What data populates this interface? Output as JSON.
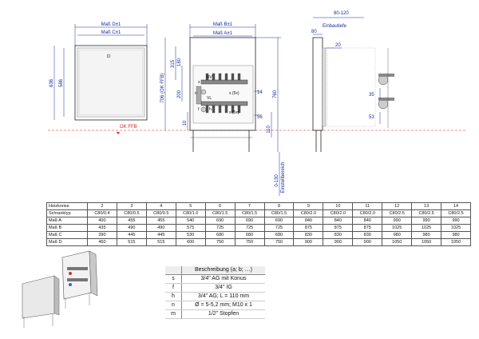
{
  "front_view": {
    "dim_d": "Maß D±1",
    "dim_c": "Maß C±1",
    "height_outer": "636",
    "height_inner": "586",
    "floor_label": "OK FFB"
  },
  "section_view": {
    "dim_b": "Maß B±1",
    "dim_a": "Maß A±1",
    "dim_315": "315",
    "dim_180": "180",
    "dim_200": "200",
    "dim_706": "706 (OK FFB)",
    "dim_10": "10",
    "dim_14": "14",
    "dim_56": "56",
    "dim_760": "760",
    "dim_110": "110",
    "dim_0_130": "0-130",
    "dim_einstell": "Einstellbereich",
    "dim_rv": "RV",
    "dim_vl": "VL",
    "letter_s": "s",
    "letter_h": "h",
    "letter_f": "f",
    "letter_n": "n",
    "letter_s5x": "s (5x)"
  },
  "side_view": {
    "dim_80_120": "80-120",
    "dim_einbautiefe": "Einbautiefe",
    "dim_80": "80",
    "dim_20": "20",
    "dim_35": "35",
    "dim_53": "53"
  },
  "spec_table": {
    "rows": [
      {
        "label": "Heizkreise",
        "values": [
          "2",
          "3",
          "4",
          "5",
          "6",
          "7",
          "8",
          "9",
          "10",
          "11",
          "12",
          "13",
          "14"
        ]
      },
      {
        "label": "Schranktyp",
        "values": [
          "C80/0.4",
          "C80/0.5",
          "C80/0.5",
          "C80/1.0",
          "C80/1.5",
          "C80/1.5",
          "C80/1.5",
          "C80/2.0",
          "C80/2.0",
          "C80/2.0",
          "C80/2.5",
          "C80/2.5",
          "C80/2.5"
        ]
      },
      {
        "label": "Maß A",
        "values": [
          "400",
          "455",
          "455",
          "540",
          "690",
          "690",
          "690",
          "840",
          "840",
          "840",
          "990",
          "990",
          "990"
        ]
      },
      {
        "label": "Maß B",
        "values": [
          "435",
          "490",
          "490",
          "575",
          "725",
          "725",
          "725",
          "875",
          "875",
          "875",
          "1025",
          "1025",
          "1025"
        ]
      },
      {
        "label": "Maß C",
        "values": [
          "390",
          "445",
          "445",
          "530",
          "680",
          "680",
          "680",
          "830",
          "830",
          "830",
          "980",
          "980",
          "980"
        ]
      },
      {
        "label": "Maß D",
        "values": [
          "460",
          "515",
          "515",
          "600",
          "750",
          "750",
          "750",
          "900",
          "900",
          "900",
          "1050",
          "1050",
          "1050"
        ]
      }
    ]
  },
  "legend": {
    "header": "Beschreibung (a; b; …)",
    "items": [
      {
        "key": "s",
        "text": "3/4\" AG mit Konus"
      },
      {
        "key": "f",
        "text": "3/4\" IG"
      },
      {
        "key": "h",
        "text": "3/4\" AG; L = 110 mm"
      },
      {
        "key": "n",
        "text": "Ø = 5-5,2 mm; M10 x 1"
      },
      {
        "key": "m",
        "text": "1/2\" Stopfen"
      }
    ]
  },
  "colors": {
    "dimension_blue": "#1a2a9a",
    "floor_red": "#d22222",
    "line_dark": "#222222"
  }
}
